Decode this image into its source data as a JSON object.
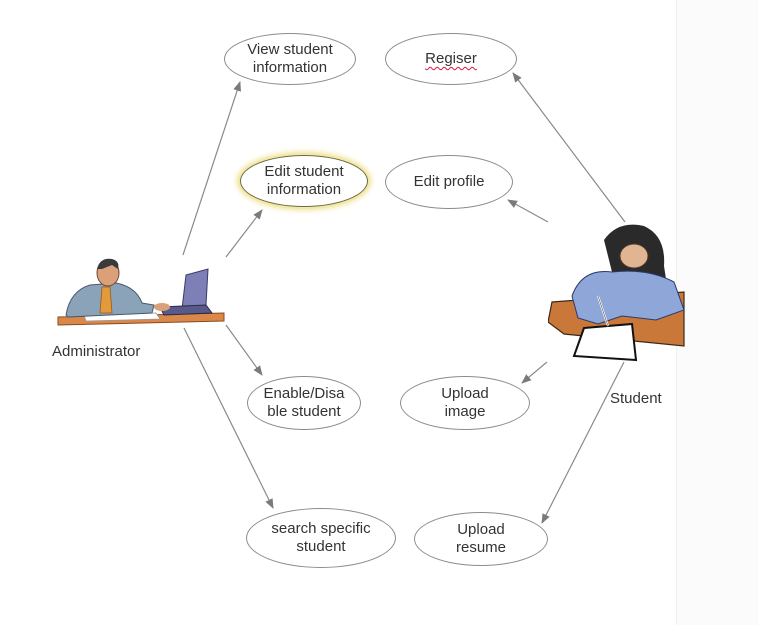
{
  "diagram": {
    "type": "use-case",
    "actors": [
      {
        "id": "admin",
        "label": "Administrator",
        "icon": "man-at-laptop-icon"
      },
      {
        "id": "student",
        "label": "Student",
        "icon": "student-writing-icon"
      }
    ],
    "use_cases": {
      "view_student_info": {
        "line1": "View student",
        "line2": "information"
      },
      "register": {
        "line1": "Regiser"
      },
      "edit_student_info": {
        "line1": "Edit student",
        "line2": "information"
      },
      "edit_profile": {
        "line1": "Edit profile"
      },
      "enable_disable": {
        "line1": "Enable/Disa",
        "line2": "ble student"
      },
      "upload_image": {
        "line1": "Upload",
        "line2": "image"
      },
      "search_student": {
        "line1": "search specific",
        "line2": "student"
      },
      "upload_resume": {
        "line1": "Upload",
        "line2": "resume"
      }
    },
    "associations": [
      {
        "from": "admin",
        "to": "view_student_info"
      },
      {
        "from": "admin",
        "to": "edit_student_info"
      },
      {
        "from": "admin",
        "to": "enable_disable"
      },
      {
        "from": "admin",
        "to": "search_student"
      },
      {
        "from": "student",
        "to": "register"
      },
      {
        "from": "student",
        "to": "edit_profile"
      },
      {
        "from": "student",
        "to": "upload_image"
      },
      {
        "from": "student",
        "to": "upload_resume"
      }
    ],
    "colors": {
      "line": "#8a8a8a",
      "ellipse_border": "#8c8c8c",
      "highlight_glow": "#efe090",
      "text": "#333333"
    }
  }
}
